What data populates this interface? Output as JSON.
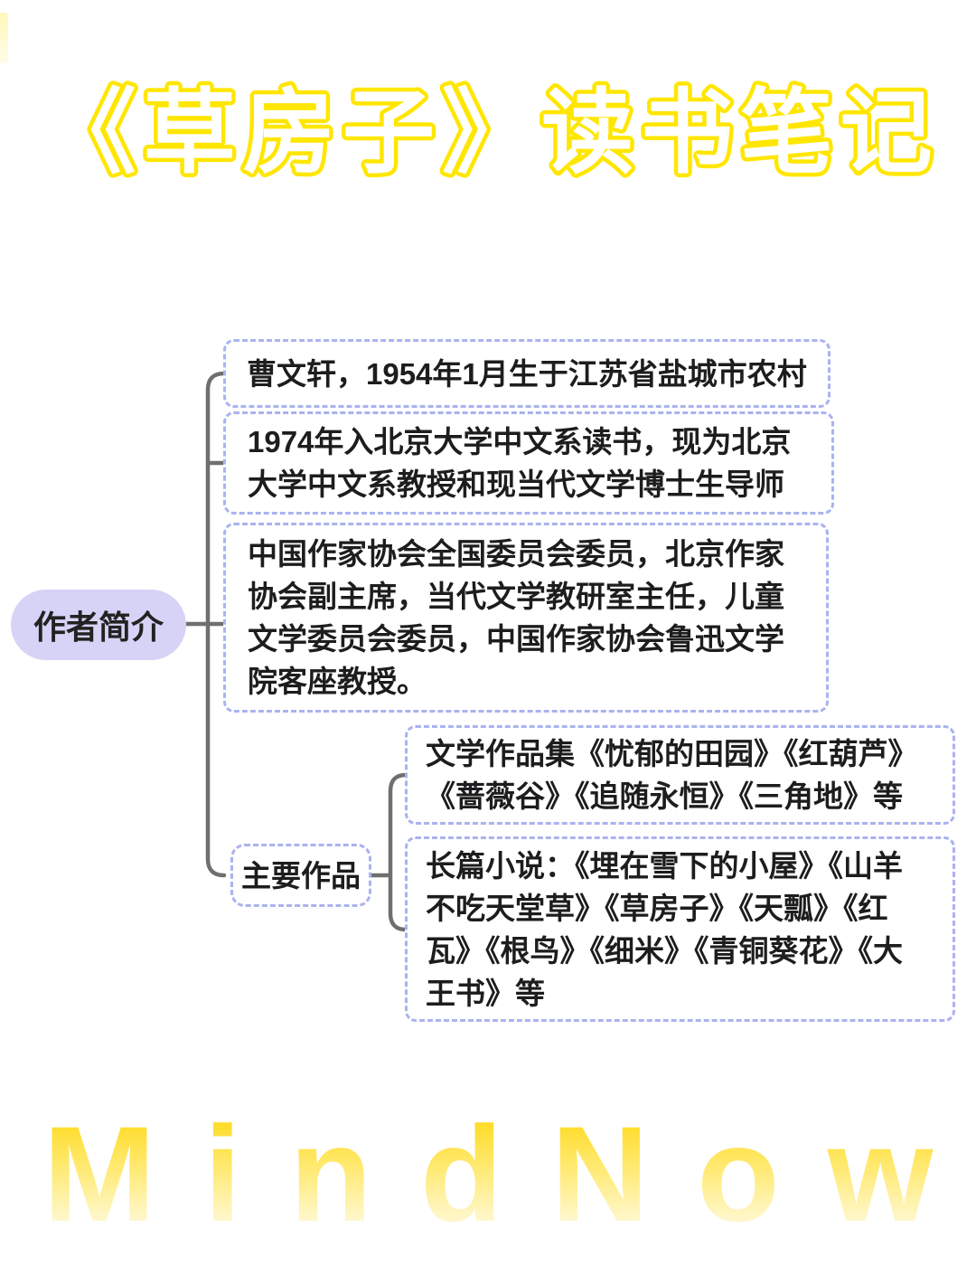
{
  "title": {
    "text": "《草房子》读书笔记"
  },
  "mindmap": {
    "root": {
      "label": "作者简介"
    },
    "branches": [
      {
        "label": "曹文轩，1954年1月生于江苏省盐城市农村"
      },
      {
        "label": "1974年入北京大学中文系读书，现为北京大学中文系教授和现当代文学博士生导师"
      },
      {
        "label": "中国作家协会全国委员会委员，北京作家协会副主席，当代文学教研室主任，儿童文学委员会委员，中国作家协会鲁迅文学院客座教授。"
      },
      {
        "label": "主要作品",
        "children": [
          {
            "label": "文学作品集《忧郁的田园》《红葫芦》《蔷薇谷》《追随永恒》《三角地》等"
          },
          {
            "label": "长篇小说：《埋在雪下的小屋》《山羊不吃天堂草》《草房子》《天瓢》《红瓦》《根鸟》《细米》《青铜葵花》《大王书》等"
          }
        ]
      }
    ]
  },
  "watermark": {
    "text": "MindNow"
  },
  "colors": {
    "title_fill": "#ffffff",
    "title_stroke": "#ffe600",
    "node_border": "#aab3ef",
    "root_fill": "#d6d3f6",
    "connector": "#6f6f6f",
    "text": "#1d1d1f",
    "watermark_top": "#ffd400",
    "watermark_bottom": "#ffffff"
  }
}
